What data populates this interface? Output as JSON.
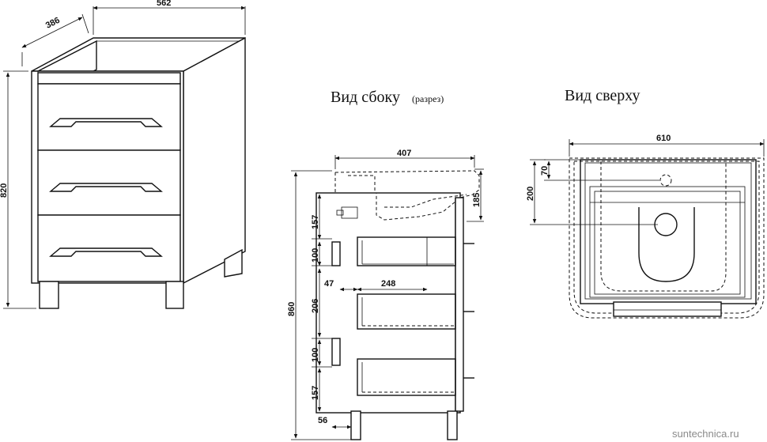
{
  "front_view": {
    "dims": {
      "depth": "386",
      "width": "562",
      "height": "820"
    }
  },
  "side_view": {
    "title": "Вид сбоку",
    "subtitle": "(разрез)",
    "dims": {
      "depth": "407",
      "basin_height": "185",
      "total_height": "860",
      "top_drawer_offset": "157",
      "handle_height_1": "100",
      "handle_depth": "47",
      "drawer_depth": "248",
      "drawer_spacing": "206",
      "handle_height_2": "100",
      "bottom_drawer_offset": "157",
      "leg_height": "56"
    }
  },
  "top_view": {
    "title": "Вид сверху",
    "dims": {
      "width": "610",
      "drain_offset_1": "70",
      "drain_offset_2": "200"
    }
  },
  "watermark": "suntechnica.ru"
}
